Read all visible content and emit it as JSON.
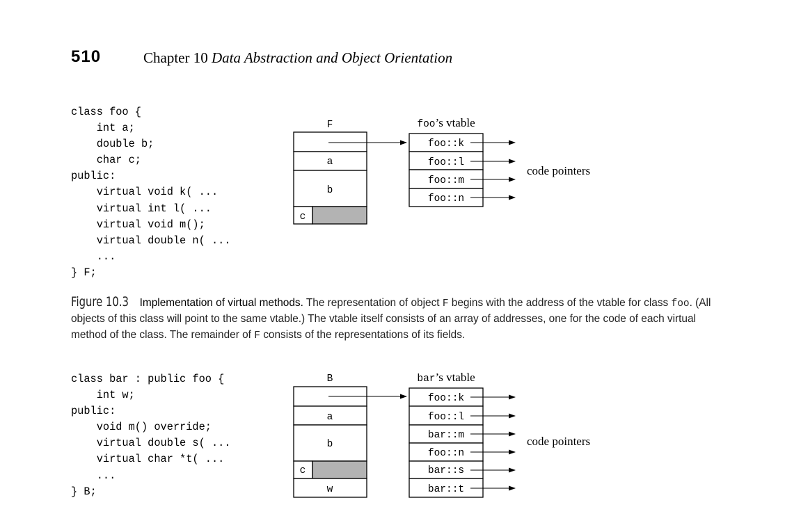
{
  "header": {
    "page_number": "510",
    "chapter_label": "Chapter 10",
    "chapter_title": "Data Abstraction and Object Orientation"
  },
  "figure1": {
    "code": "class foo {\n    int a;\n    double b;\n    char c;\npublic:\n    virtual void k( ...\n    virtual int l( ...\n    virtual void m();\n    virtual double n( ...\n    ...\n} F;",
    "object_label": "F",
    "object_fields": [
      "a",
      "b",
      "c"
    ],
    "vtable_label_mono": "foo",
    "vtable_label_rest": "’s vtable",
    "vtable_entries": [
      "foo::k",
      "foo::l",
      "foo::m",
      "foo::n"
    ],
    "pointers_label": "code pointers"
  },
  "caption": {
    "figure_number": "Figure 10.3",
    "title": "Implementation of virtual methods.",
    "t1": "The representation of object ",
    "m1": "F",
    "t2": " begins with the address of the vtable for class ",
    "m2": "foo",
    "t3": ". (All objects of this class will point to the same vtable.) The vtable itself consists of an array of addresses, one for the code of each virtual method of the class. The remainder of ",
    "m3": "F",
    "t4": " consists of the representations of its fields."
  },
  "figure2": {
    "code": "class bar : public foo {\n    int w;\npublic:\n    void m() override;\n    virtual double s( ...\n    virtual char *t( ...\n    ...\n} B;",
    "object_label": "B",
    "object_fields": [
      "a",
      "b",
      "c",
      "w"
    ],
    "vtable_label_mono": "bar",
    "vtable_label_rest": "’s vtable",
    "vtable_entries": [
      "foo::k",
      "foo::l",
      "bar::m",
      "foo::n",
      "bar::s",
      "bar::t"
    ],
    "pointers_label": "code pointers"
  }
}
